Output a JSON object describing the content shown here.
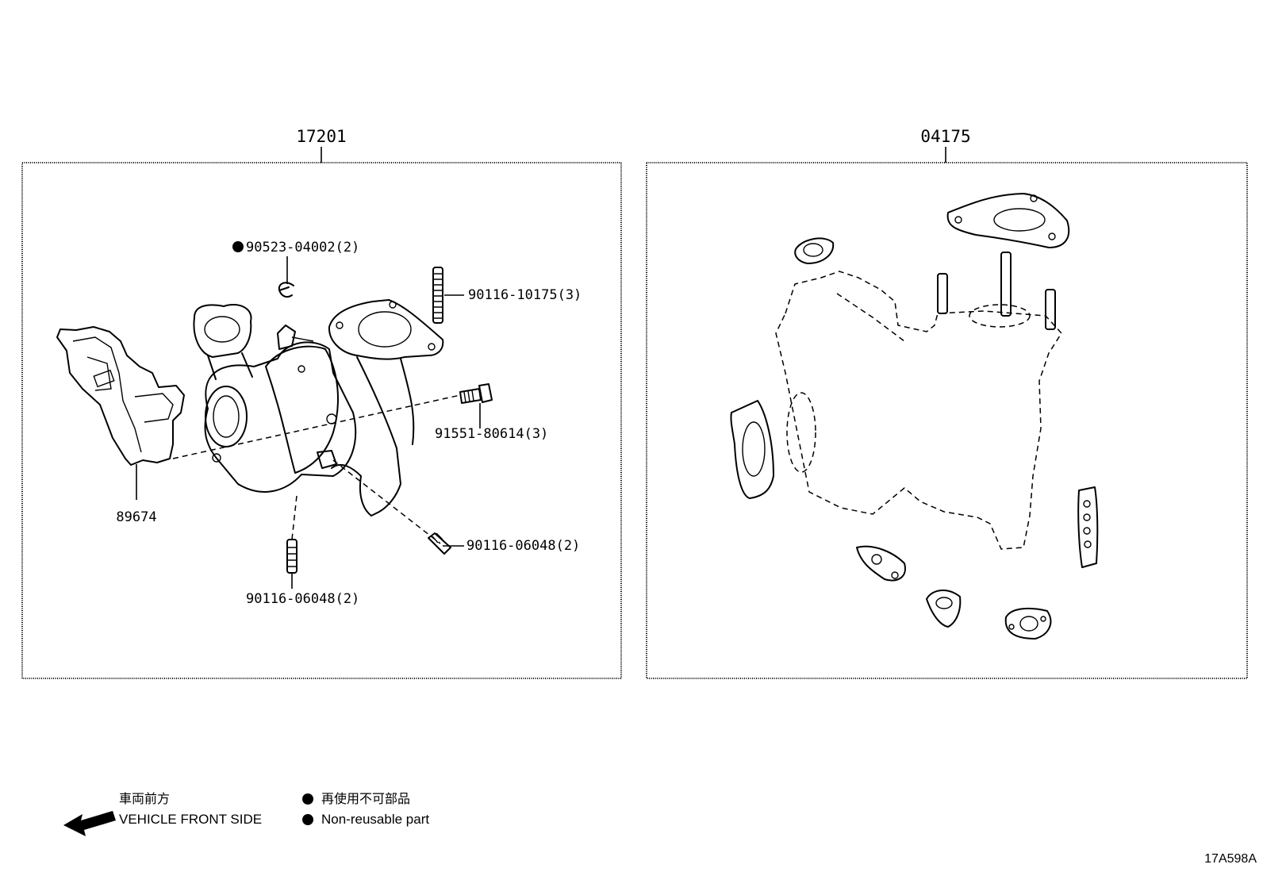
{
  "groups": [
    {
      "title": "17201",
      "callouts": [
        {
          "id": "c1",
          "text": "90523-04002(2)",
          "non_reusable": true
        },
        {
          "id": "c2",
          "text": "90116-10175(3)",
          "non_reusable": false
        },
        {
          "id": "c3",
          "text": "91551-80614(3)",
          "non_reusable": false
        },
        {
          "id": "c4",
          "text": "89674",
          "non_reusable": false
        },
        {
          "id": "c5",
          "text": "90116-06048(2)",
          "non_reusable": false
        },
        {
          "id": "c6",
          "text": "90116-06048(2)",
          "non_reusable": false
        }
      ]
    },
    {
      "title": "04175",
      "callouts": []
    }
  ],
  "legend": {
    "direction_jp": "車両前方",
    "direction_en": "VEHICLE FRONT SIDE",
    "nonreusable_jp": "再使用不可部品",
    "nonreusable_en": "Non-reusable part"
  },
  "illustration_code": "17A598A",
  "colors": {
    "ink": "#000000",
    "background": "#ffffff"
  },
  "icons": [
    "front-arrow-icon",
    "non-reusable-dot-icon"
  ]
}
